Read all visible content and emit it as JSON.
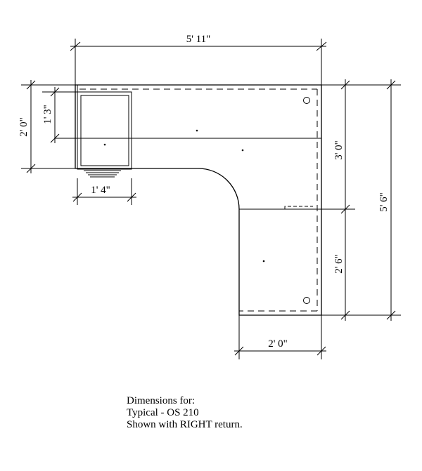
{
  "dimensions": {
    "overall_width": "5' 11\"",
    "left_depth": "2' 0\"",
    "pedestal_depth": "1' 3\"",
    "pedestal_width": "1' 4\"",
    "upper_right": "3' 0\"",
    "lower_right": "2' 6\"",
    "overall_height": "5' 6\"",
    "return_width": "2' 0\""
  },
  "caption": {
    "line1": "Dimensions for:",
    "line2": "Typical - OS 210",
    "line3": "Shown with RIGHT return."
  }
}
